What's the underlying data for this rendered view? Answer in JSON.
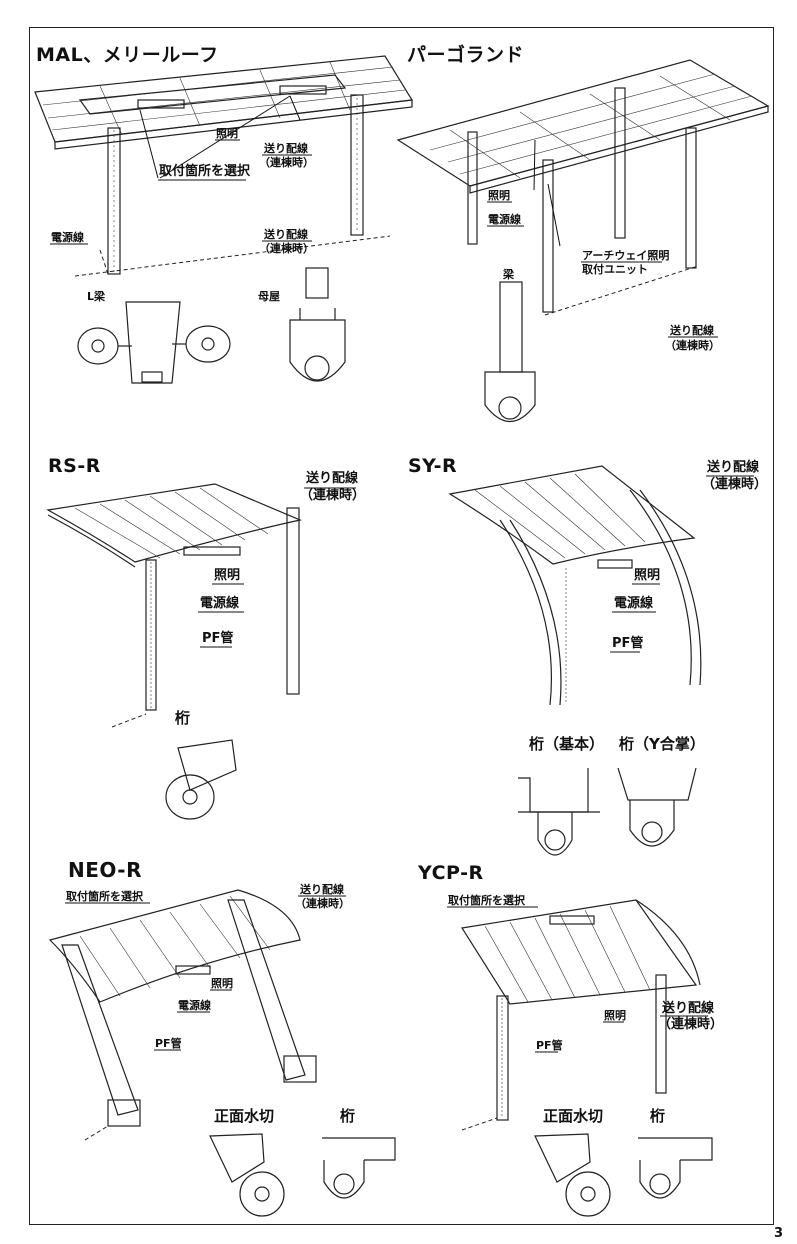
{
  "page_number": "3",
  "sections": [
    {
      "title": "MAL、メリールーフ",
      "labels": {
        "lighting": "照明",
        "feed_wiring": "送り配線",
        "feed_wiring_note": "（連棟時）",
        "select_mount": "取付箇所を選択",
        "feed_wiring_2": "送り配線",
        "feed_wiring_note_2": "（連棟時）",
        "power_line": "電源線",
        "l_beam": "L梁",
        "purlin": "母屋"
      }
    },
    {
      "title": "パーゴランド",
      "labels": {
        "lighting": "照明",
        "power_line": "電源線",
        "archway_lighting": "アーチウェイ照明",
        "mount_unit": "取付ユニット",
        "beam": "梁",
        "feed_wiring": "送り配線",
        "feed_wiring_note": "（連棟時）"
      }
    },
    {
      "title": "RS-R",
      "labels": {
        "feed_wiring": "送り配線",
        "feed_wiring_note": "（連棟時）",
        "lighting": "照明",
        "power_line": "電源線",
        "pf_pipe": "PF管",
        "girder": "桁"
      }
    },
    {
      "title": "SY-R",
      "labels": {
        "feed_wiring": "送り配線",
        "feed_wiring_note": "（連棟時）",
        "lighting": "照明",
        "power_line": "電源線",
        "pf_pipe": "PF管",
        "girder_basic": "桁（基本）",
        "girder_y": "桁（Y合掌）"
      }
    },
    {
      "title": "NEO-R",
      "labels": {
        "select_mount": "取付箇所を選択",
        "feed_wiring": "送り配線",
        "feed_wiring_note": "（連棟時）",
        "lighting": "照明",
        "power_line": "電源線",
        "pf_pipe": "PF管",
        "front_drip": "正面水切",
        "girder": "桁"
      }
    },
    {
      "title": "YCP-R",
      "labels": {
        "select_mount": "取付箇所を選択",
        "feed_wiring": "送り配線",
        "feed_wiring_note": "（連棟時）",
        "lighting": "照明",
        "pf_pipe": "PF管",
        "front_drip": "正面水切",
        "girder": "桁"
      }
    }
  ]
}
